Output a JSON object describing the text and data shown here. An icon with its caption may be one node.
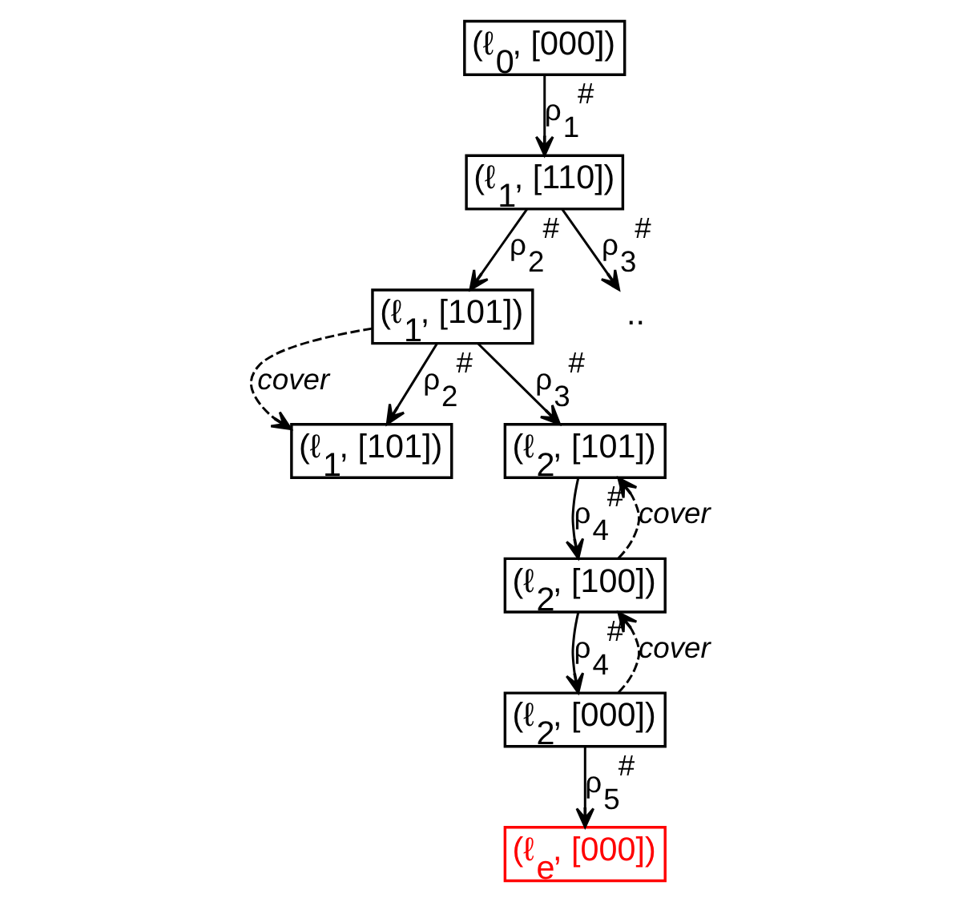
{
  "diagram": {
    "nodes": [
      {
        "text": [
          "(ℓ$_{0}$, [000])"
        ]
      },
      {
        "text": [
          "(ℓ$_{1}$, [110])"
        ]
      },
      {
        "text": [
          "(ℓ$_{1}$, [101])"
        ]
      },
      {
        "text": [
          ".."
        ]
      },
      {
        "text": [
          "(ℓ$_{1}$, [101])"
        ]
      },
      {
        "text": [
          "(ℓ$_{2}$, [101])"
        ]
      },
      {
        "text": [
          "(ℓ$_{2}$, [100])"
        ]
      },
      {
        "text": [
          "(ℓ$_{2}$, [000])"
        ]
      },
      {
        "text": [
          "(ℓ$_{e}$, [000])"
        ]
      }
    ],
    "edges": [
      {
        "from": 0,
        "to": 1,
        "arrow": "to",
        "label": "ρ$_{1}$$^{#}$"
      },
      {
        "from": 1,
        "to": 2,
        "arrow": "to",
        "label": "ρ$_{2}$$^{#}$"
      },
      {
        "from": 1,
        "to": 3,
        "arrow": "to",
        "label": "ρ$_{3}$$^{#}$"
      },
      {
        "from": 2,
        "to": 4,
        "arrow": "to",
        "label": "cover",
        "style": "dashed"
      },
      {
        "from": 2,
        "to": 4,
        "arrow": "to",
        "label": "ρ$_{2}$$^{#}$"
      },
      {
        "from": 2,
        "to": 5,
        "arrow": "to",
        "label": "ρ$_{3}$$^{#}$"
      },
      {
        "from": 6,
        "to": 5,
        "arrow": "to",
        "label": "cover",
        "style": "dashed"
      },
      {
        "from": 5,
        "to": 6,
        "arrow": "to",
        "label": "ρ$_{4}$$^{#}$"
      },
      {
        "from": 7,
        "to": 6,
        "arrow": "to",
        "label": "cover",
        "style": "dashed"
      },
      {
        "from": 6,
        "to": 7,
        "arrow": "to",
        "label": "ρ$_{4}$$^{#}$"
      },
      {
        "from": 7,
        "to": 8,
        "arrow": "to",
        "label": "ρ$_{5}$$^{#}$"
      }
    ]
  }
}
